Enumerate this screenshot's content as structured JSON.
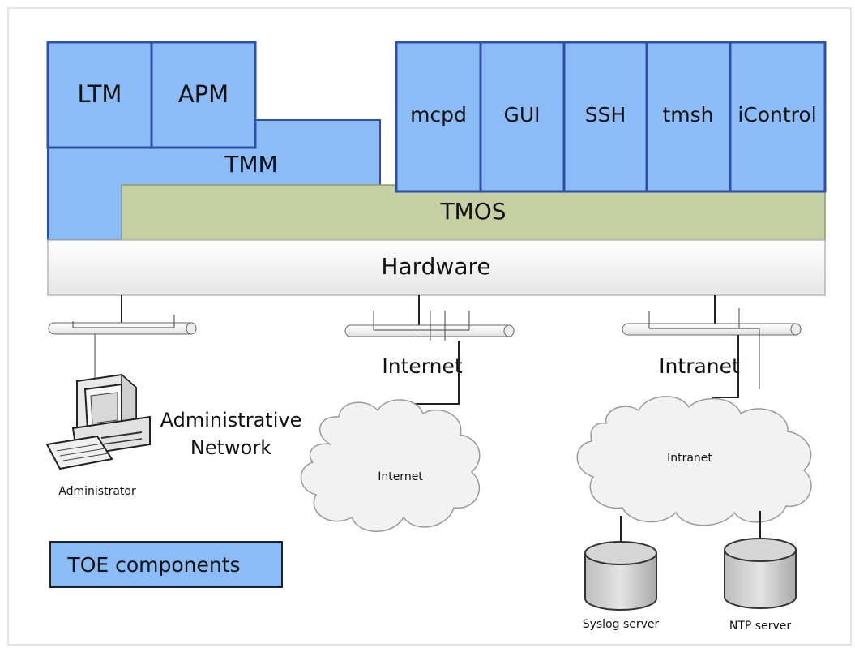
{
  "components": {
    "ltm": "LTM",
    "apm": "APM",
    "tmm": "TMM",
    "mcpd": "mcpd",
    "gui": "GUI",
    "ssh": "SSH",
    "tmsh": "tmsh",
    "icontrol": "iControl",
    "tmos": "TMOS",
    "hardware": "Hardware"
  },
  "networks": {
    "internet_label": "Internet",
    "intranet_label": "Intranet",
    "admin_network": [
      "Administrative",
      "Network"
    ],
    "internet_cloud": "Internet",
    "intranet_cloud": "Intranet"
  },
  "devices": {
    "administrator": "Administrator",
    "syslog": "Syslog server",
    "ntp": "NTP server"
  },
  "legend": {
    "label": "TOE components"
  },
  "colors": {
    "toe_fill": "#8bbcf7",
    "toe_stroke": "#2f4fa8",
    "tmos_fill": "#c7d0a2",
    "hardware_fill": "#f4f4f4"
  }
}
